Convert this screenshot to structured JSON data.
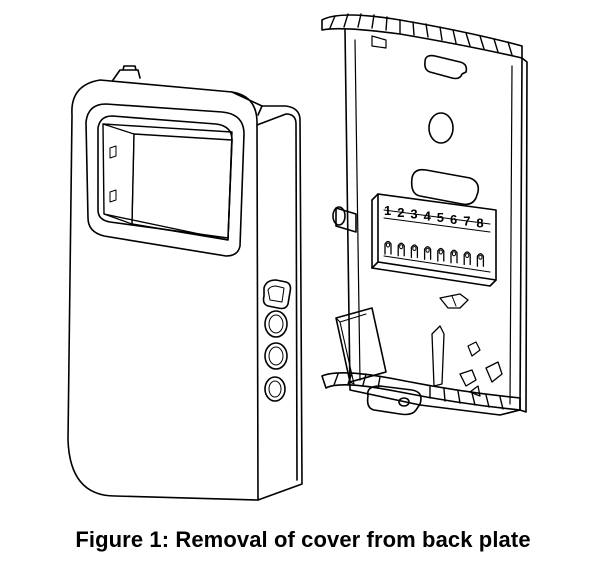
{
  "figure": {
    "caption": "Figure 1: Removal of cover from back plate",
    "terminal_numbers": [
      "1",
      "2",
      "3",
      "4",
      "5",
      "6",
      "7",
      "8"
    ],
    "colors": {
      "line": "#000000",
      "background": "#ffffff"
    }
  }
}
